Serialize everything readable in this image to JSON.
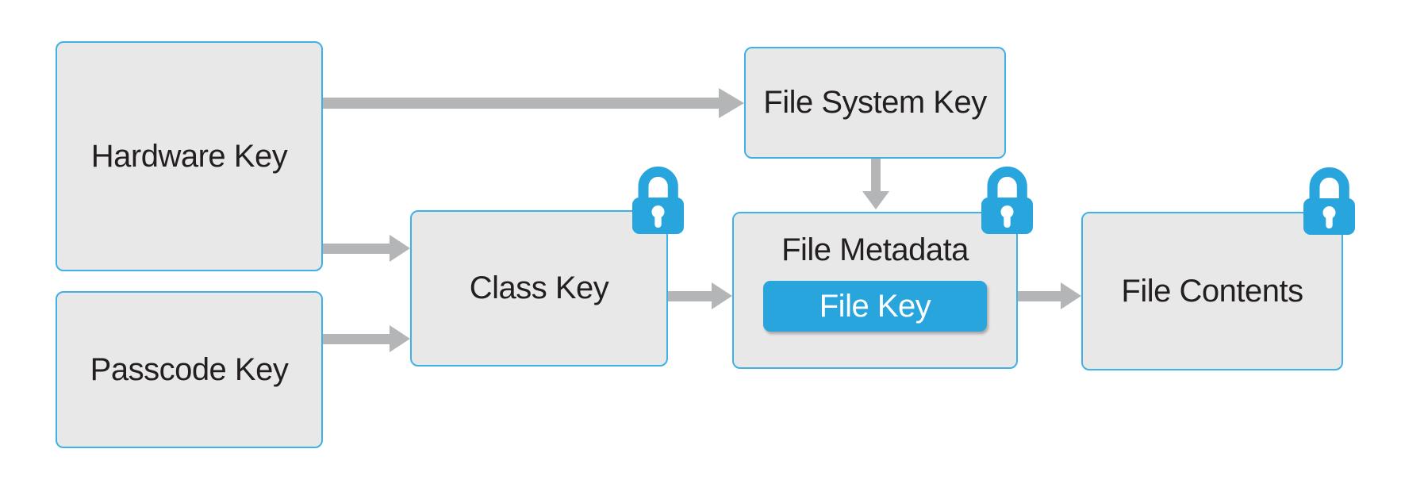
{
  "diagram": {
    "type": "flow-diagram",
    "description": "Encryption key hierarchy: hardware and passcode keys unlock class and file system keys protecting file metadata, the file key and file contents",
    "nodes": [
      {
        "id": "hardware-key",
        "label": "Hardware Key",
        "locked": false
      },
      {
        "id": "passcode-key",
        "label": "Passcode Key",
        "locked": false
      },
      {
        "id": "class-key",
        "label": "Class Key",
        "locked": true
      },
      {
        "id": "file-system-key",
        "label": "File System Key",
        "locked": false
      },
      {
        "id": "file-metadata",
        "label": "File Metadata",
        "locked": true,
        "child": {
          "id": "file-key",
          "label": "File Key"
        }
      },
      {
        "id": "file-contents",
        "label": "File Contents",
        "locked": true
      }
    ],
    "edges": [
      {
        "from": "hardware-key",
        "to": "file-system-key"
      },
      {
        "from": "hardware-key",
        "to": "class-key"
      },
      {
        "from": "passcode-key",
        "to": "class-key"
      },
      {
        "from": "class-key",
        "to": "file-metadata"
      },
      {
        "from": "file-system-key",
        "to": "file-metadata"
      },
      {
        "from": "file-metadata",
        "to": "file-contents"
      }
    ],
    "icons": {
      "lock": "lock-icon"
    },
    "colors": {
      "background": "#ffffff",
      "box_fill": "#e8e8e9",
      "box_border": "#3fb1e6",
      "accent_blue": "#29a5dd",
      "arrow_gray": "#b4b5b7",
      "text": "#231f20",
      "file_key_text": "#ffffff"
    }
  }
}
